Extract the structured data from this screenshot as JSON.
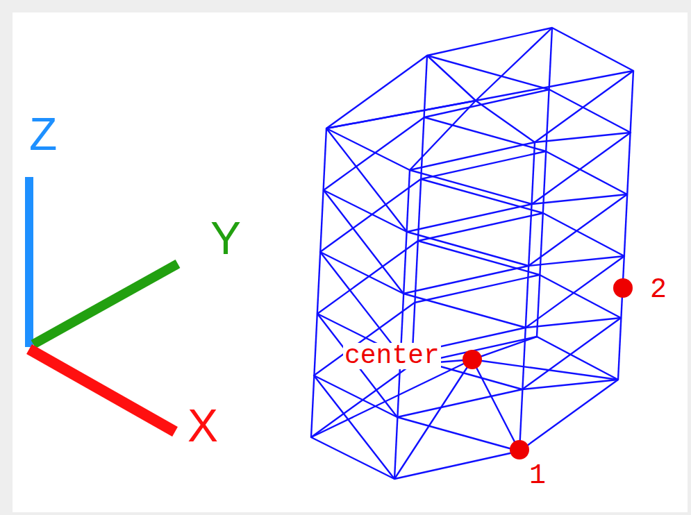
{
  "diagram": {
    "labels": [
      "Z",
      "Y",
      "X",
      "center",
      "1",
      "2"
    ]
  }
}
